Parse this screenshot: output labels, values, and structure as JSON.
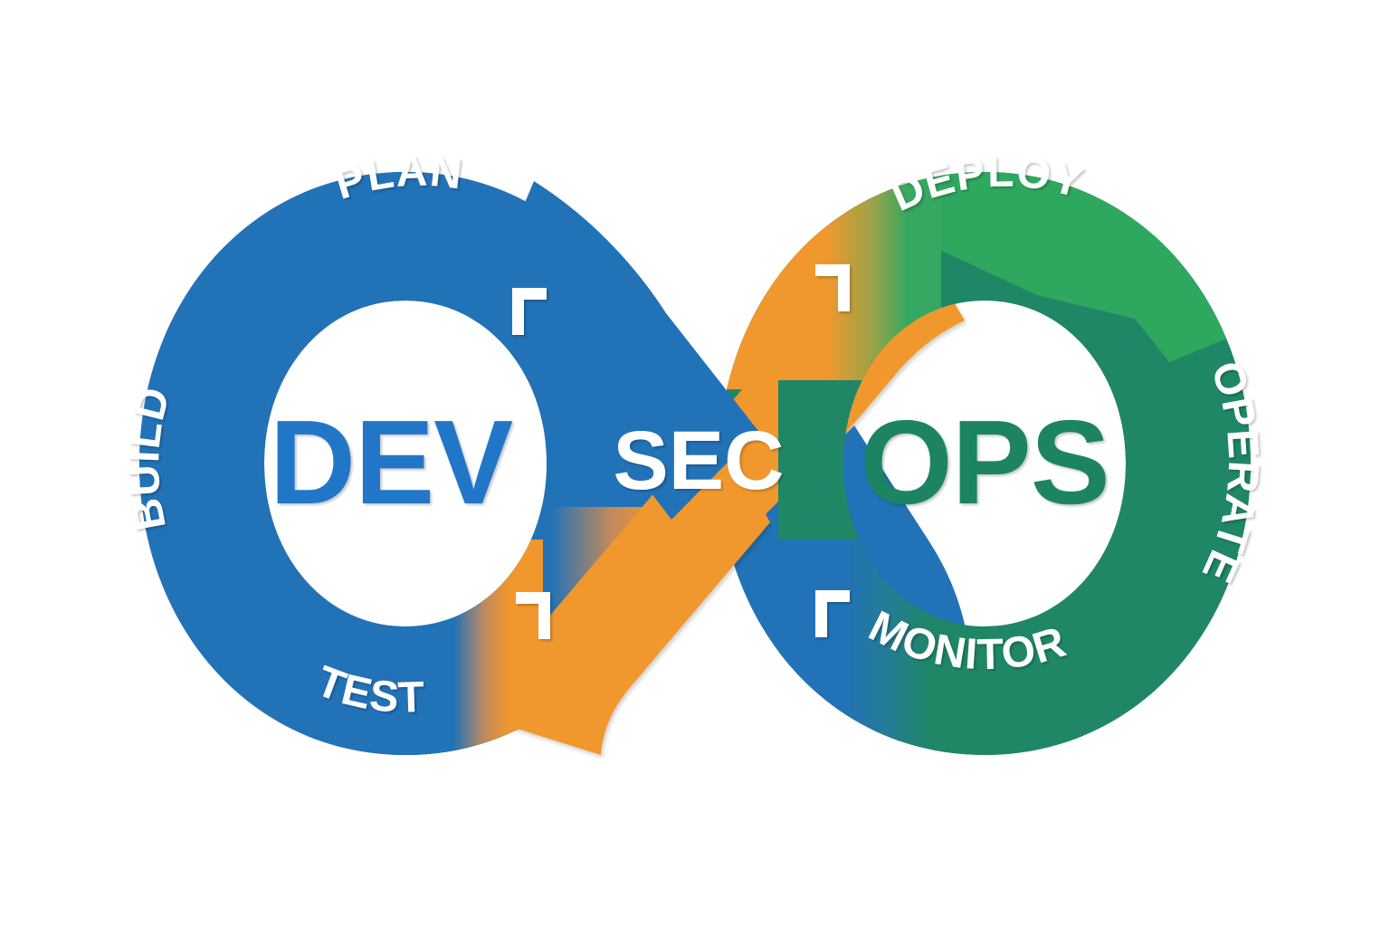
{
  "diagram": {
    "title": "DevSecOps infinity loop",
    "type": "infinity-loop-cycle"
  },
  "core": {
    "dev": {
      "label": "DEV",
      "color": "#2176c7"
    },
    "sec": {
      "label": "SEC",
      "color": "#ffffff",
      "band_color": "#f0982d"
    },
    "ops": {
      "label": "OPS",
      "color": "#1b8463"
    }
  },
  "left_loop": {
    "name": "dev-loop",
    "color": "#2272b8",
    "stages": [
      {
        "id": "plan",
        "label": "PLAN"
      },
      {
        "id": "build",
        "label": "BUILD"
      },
      {
        "id": "test",
        "label": "TEST"
      }
    ]
  },
  "right_loop": {
    "name": "ops-loop",
    "color": "#1f8765",
    "accent_color": "#2ea85e",
    "stages": [
      {
        "id": "deploy",
        "label": "DEPLOY"
      },
      {
        "id": "operate",
        "label": "OPERATE"
      },
      {
        "id": "monitor",
        "label": "MONITOR"
      }
    ]
  },
  "brackets": [
    {
      "id": "bracket-top-left",
      "glyph": "top-left-corner"
    },
    {
      "id": "bracket-top-right",
      "glyph": "top-right-corner"
    },
    {
      "id": "bracket-bottom-left",
      "glyph": "top-right-corner"
    },
    {
      "id": "bracket-bottom-right",
      "glyph": "top-left-corner"
    }
  ],
  "palette": {
    "blue": "#2272b8",
    "blue_dark": "#1c63a4",
    "orange": "#f0982d",
    "green_light": "#2ea85e",
    "green_dark": "#1f8765",
    "white": "#ffffff",
    "background": "#ffffff"
  },
  "chart_data": {
    "type": "diagram",
    "title": "DevSecOps infinity loop",
    "stages_left": [
      "PLAN",
      "BUILD",
      "TEST"
    ],
    "stages_right": [
      "DEPLOY",
      "OPERATE",
      "MONITOR"
    ],
    "center_words": [
      "DEV",
      "SEC",
      "OPS"
    ]
  }
}
